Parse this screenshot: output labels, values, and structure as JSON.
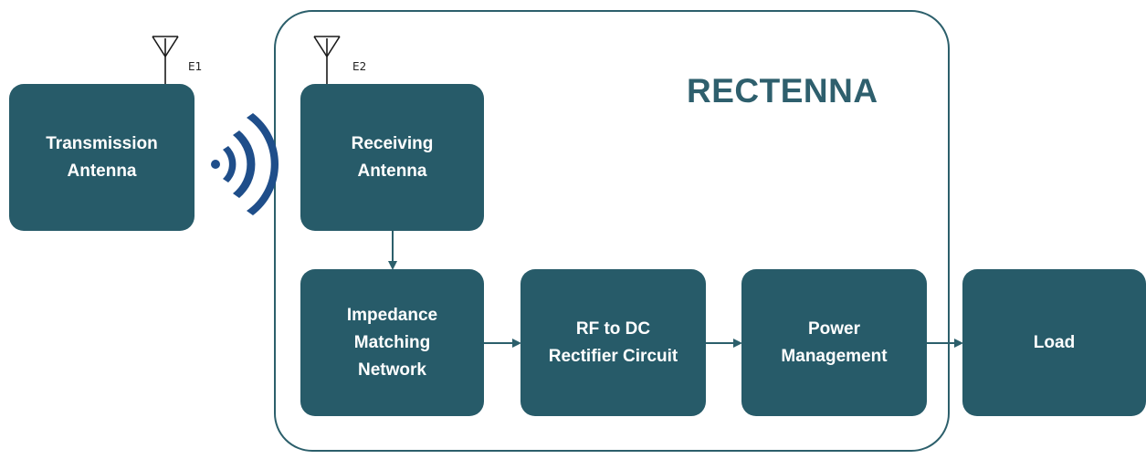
{
  "diagram": {
    "group": {
      "title": "RECTENNA"
    },
    "blocks": {
      "transmission_antenna": "Transmission\nAntenna",
      "receiving_antenna": "Receiving\nAntenna",
      "impedance_matching": "Impedance\nMatching\nNetwork",
      "rectifier": "RF to DC\nRectifier Circuit",
      "power_management": "Power\nManagement",
      "load": "Load"
    },
    "antenna_labels": {
      "e1": "E1",
      "e2": "E2"
    },
    "colors": {
      "block_fill": "#275b69",
      "block_text": "#ffffff",
      "frame_stroke": "#2c5f6b",
      "title": "#2e5f6d",
      "arrow": "#2c5f6b",
      "signal_waves": "#1f4e8a",
      "antenna_stroke": "#1a1a1a"
    },
    "icons": {
      "tx_antenna": "antenna-icon",
      "rx_antenna": "antenna-icon",
      "waves": "wireless-signal-icon"
    }
  }
}
